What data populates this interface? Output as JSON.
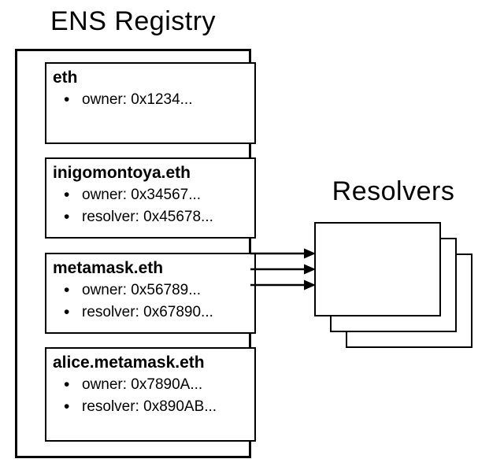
{
  "registry": {
    "title": "ENS Registry",
    "records": [
      {
        "name": "eth",
        "properties": [
          "owner: 0x1234..."
        ]
      },
      {
        "name": "inigomontoya.eth",
        "properties": [
          "owner: 0x34567...",
          "resolver: 0x45678..."
        ]
      },
      {
        "name": "metamask.eth",
        "properties": [
          "owner: 0x56789...",
          "resolver: 0x67890..."
        ]
      },
      {
        "name": "alice.metamask.eth",
        "properties": [
          "owner: 0x7890A...",
          "resolver: 0x890AB..."
        ]
      }
    ]
  },
  "resolvers": {
    "title": "Resolvers",
    "stack_count": 3
  },
  "connections": {
    "arrow_count": 3
  },
  "colors": {
    "stroke": "#000000",
    "background": "#ffffff"
  }
}
